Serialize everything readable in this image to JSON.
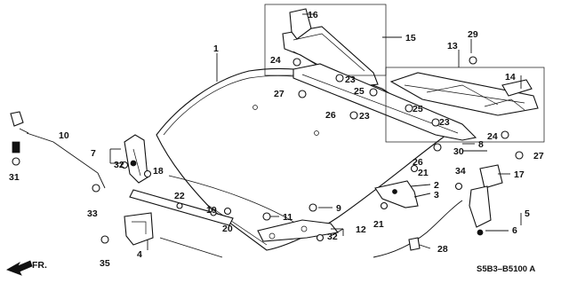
{
  "diagram": {
    "code": "S5B3–B5100 A",
    "direction_label": "FR.",
    "callouts": {
      "c1": "1",
      "c2": "2",
      "c3": "3",
      "c4": "4",
      "c5": "5",
      "c6": "6",
      "c7": "7",
      "c8": "8",
      "c9": "9",
      "c10": "10",
      "c11": "11",
      "c12": "12",
      "c13": "13",
      "c14": "14",
      "c15": "15",
      "c16": "16",
      "c17": "17",
      "c18": "18",
      "c19": "19",
      "c20": "20",
      "c21": "21",
      "c22": "22",
      "c23": "23",
      "c24": "24",
      "c25": "25",
      "c26": "26",
      "c27": "27",
      "c28": "28",
      "c29": "29",
      "c30": "30",
      "c31": "31",
      "c32": "32",
      "c33": "33",
      "c34": "34",
      "c35": "35"
    }
  }
}
